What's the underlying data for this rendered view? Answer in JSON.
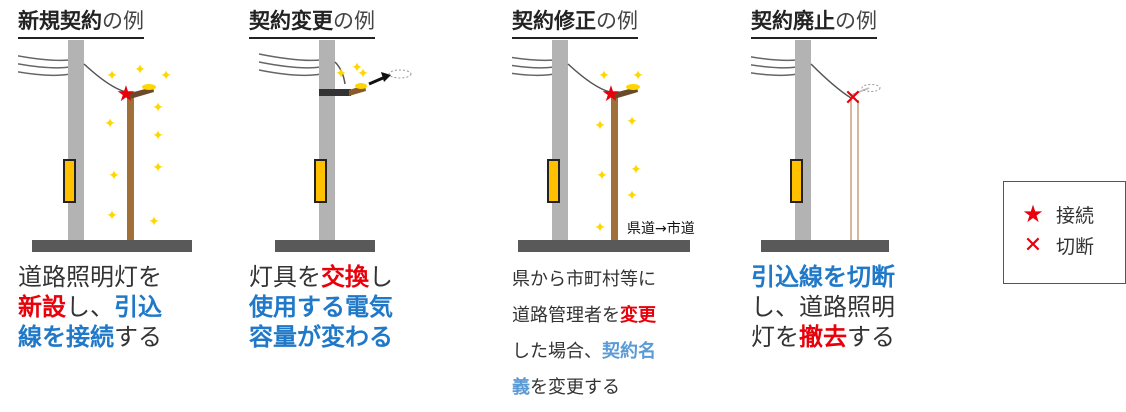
{
  "panels": [
    {
      "title": "新規契約",
      "title_suffix": "の例",
      "desc_lines": [
        [
          {
            "t": "道路照明灯を",
            "c": "n"
          }
        ],
        [
          {
            "t": "新設",
            "c": "red"
          },
          {
            "t": "し、",
            "c": "n"
          },
          {
            "t": "引込",
            "c": "blue"
          }
        ],
        [
          {
            "t": "線を接続",
            "c": "blue"
          },
          {
            "t": "する",
            "c": "n"
          }
        ]
      ]
    },
    {
      "title": "契約変更",
      "title_suffix": "の例",
      "desc_lines": [
        [
          {
            "t": "灯具を",
            "c": "n"
          },
          {
            "t": "交換",
            "c": "red"
          },
          {
            "t": "し",
            "c": "n"
          }
        ],
        [
          {
            "t": "使用する電気",
            "c": "blue"
          }
        ],
        [
          {
            "t": "容量が変わる",
            "c": "blue"
          }
        ]
      ]
    },
    {
      "title": "契約修正",
      "title_suffix": "の例",
      "road_label": "県道→市道",
      "desc_lines": [
        [
          {
            "t": "県から市町村等に",
            "c": "n"
          }
        ],
        [
          {
            "t": "道路管理者を",
            "c": "n"
          },
          {
            "t": "変更",
            "c": "red"
          }
        ],
        [
          {
            "t": "した場合、",
            "c": "n"
          },
          {
            "t": "契約名",
            "c": "blue-l"
          }
        ],
        [
          {
            "t": "義",
            "c": "blue-l"
          },
          {
            "t": "を変更する",
            "c": "n"
          }
        ]
      ]
    },
    {
      "title": "契約廃止",
      "title_suffix": "の例",
      "desc_lines": [
        [
          {
            "t": "引込線を切断",
            "c": "blue"
          }
        ],
        [
          {
            "t": "し、道路照明",
            "c": "n"
          }
        ],
        [
          {
            "t": "灯を",
            "c": "n"
          },
          {
            "t": "撤去",
            "c": "red"
          },
          {
            "t": "する",
            "c": "n"
          }
        ]
      ]
    }
  ],
  "legend": {
    "items": [
      {
        "symbol": "★",
        "label": "接続",
        "color": "#e8000b"
      },
      {
        "symbol": "✕",
        "label": "切断",
        "color": "#e8000b"
      }
    ]
  },
  "colors": {
    "pole": "#b3b3b3",
    "ground": "#595959",
    "wood_pole": "#a0703a",
    "lamp": "#6b4a2a",
    "sparkle": "#ffd600",
    "plate": "#ffc000",
    "star": "#e8000b"
  }
}
